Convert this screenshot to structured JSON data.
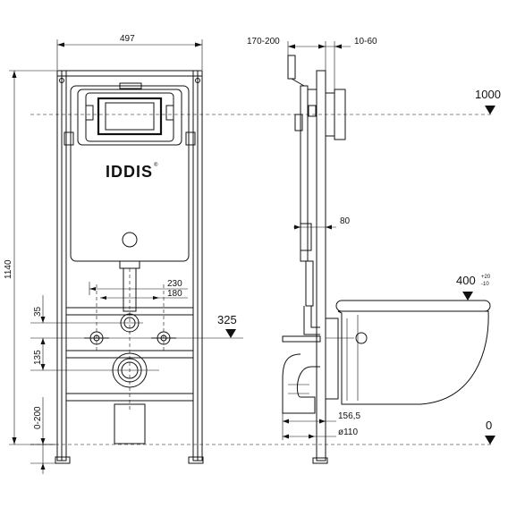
{
  "brand": {
    "logo_text": "IDDIS",
    "registered": "®"
  },
  "dimensions": {
    "frame_width": "497",
    "frame_height": "1140",
    "wall_gap": "170-200",
    "panel_depth": "10-60",
    "bowl_mount": "230",
    "bolt_spacing": "180",
    "inlet_offset": "35",
    "drain_offset": "135",
    "floor_adjust": "0-200",
    "side_depth": "80",
    "outlet_offset": "156,5",
    "outlet_diameter": "ø110"
  },
  "levels": {
    "button_level": "1000",
    "bolt_level": "325",
    "bowl_level": "400",
    "bowl_tol_plus": "+20",
    "bowl_tol_minus": "-10",
    "floor_level": "0"
  },
  "colors": {
    "ink": "#111111",
    "paper": "#ffffff"
  }
}
